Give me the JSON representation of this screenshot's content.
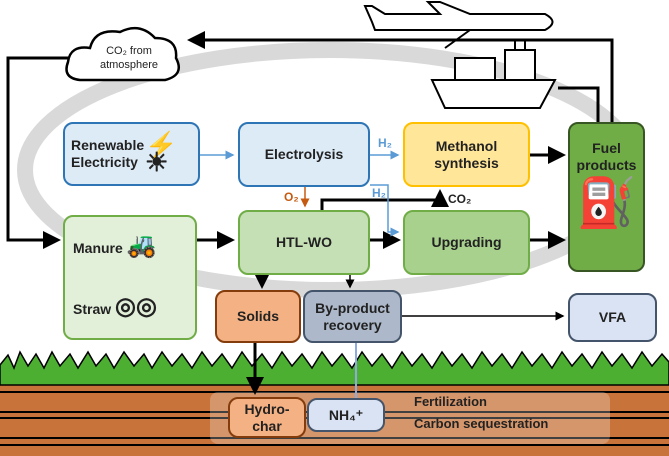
{
  "cloud": {
    "line1": "CO₂ from",
    "line2": "atmosphere"
  },
  "boxes": {
    "renewable": "Renewable Electricity",
    "electrolysis": "Electrolysis",
    "methanol": "Methanol synthesis",
    "fuel": "Fuel products",
    "manure": "Manure",
    "straw": "Straw",
    "htl": "HTL-WO",
    "upgrading": "Upgrading",
    "solids": "Solids",
    "byproduct": "By-product recovery",
    "vfa": "VFA",
    "hydrochar": "Hydro-char",
    "nh4": "NH₄⁺"
  },
  "flows": {
    "h2_top": "H₂",
    "h2_mid": "H₂",
    "o2": "O₂",
    "co2": "CO₂"
  },
  "soil": {
    "fertilization": "Fertilization",
    "carbon": "Carbon sequestration"
  },
  "colors": {
    "blue": "#5b9bd5",
    "orange": "#c55a11",
    "green": "#70ad47",
    "yellow": "#ffc000",
    "slate": "#44546a"
  },
  "icons": [
    "cloud",
    "airplane",
    "ship",
    "wind-turbine-solar",
    "tractor",
    "straw-bale",
    "fuel-pump",
    "grass",
    "soil"
  ]
}
